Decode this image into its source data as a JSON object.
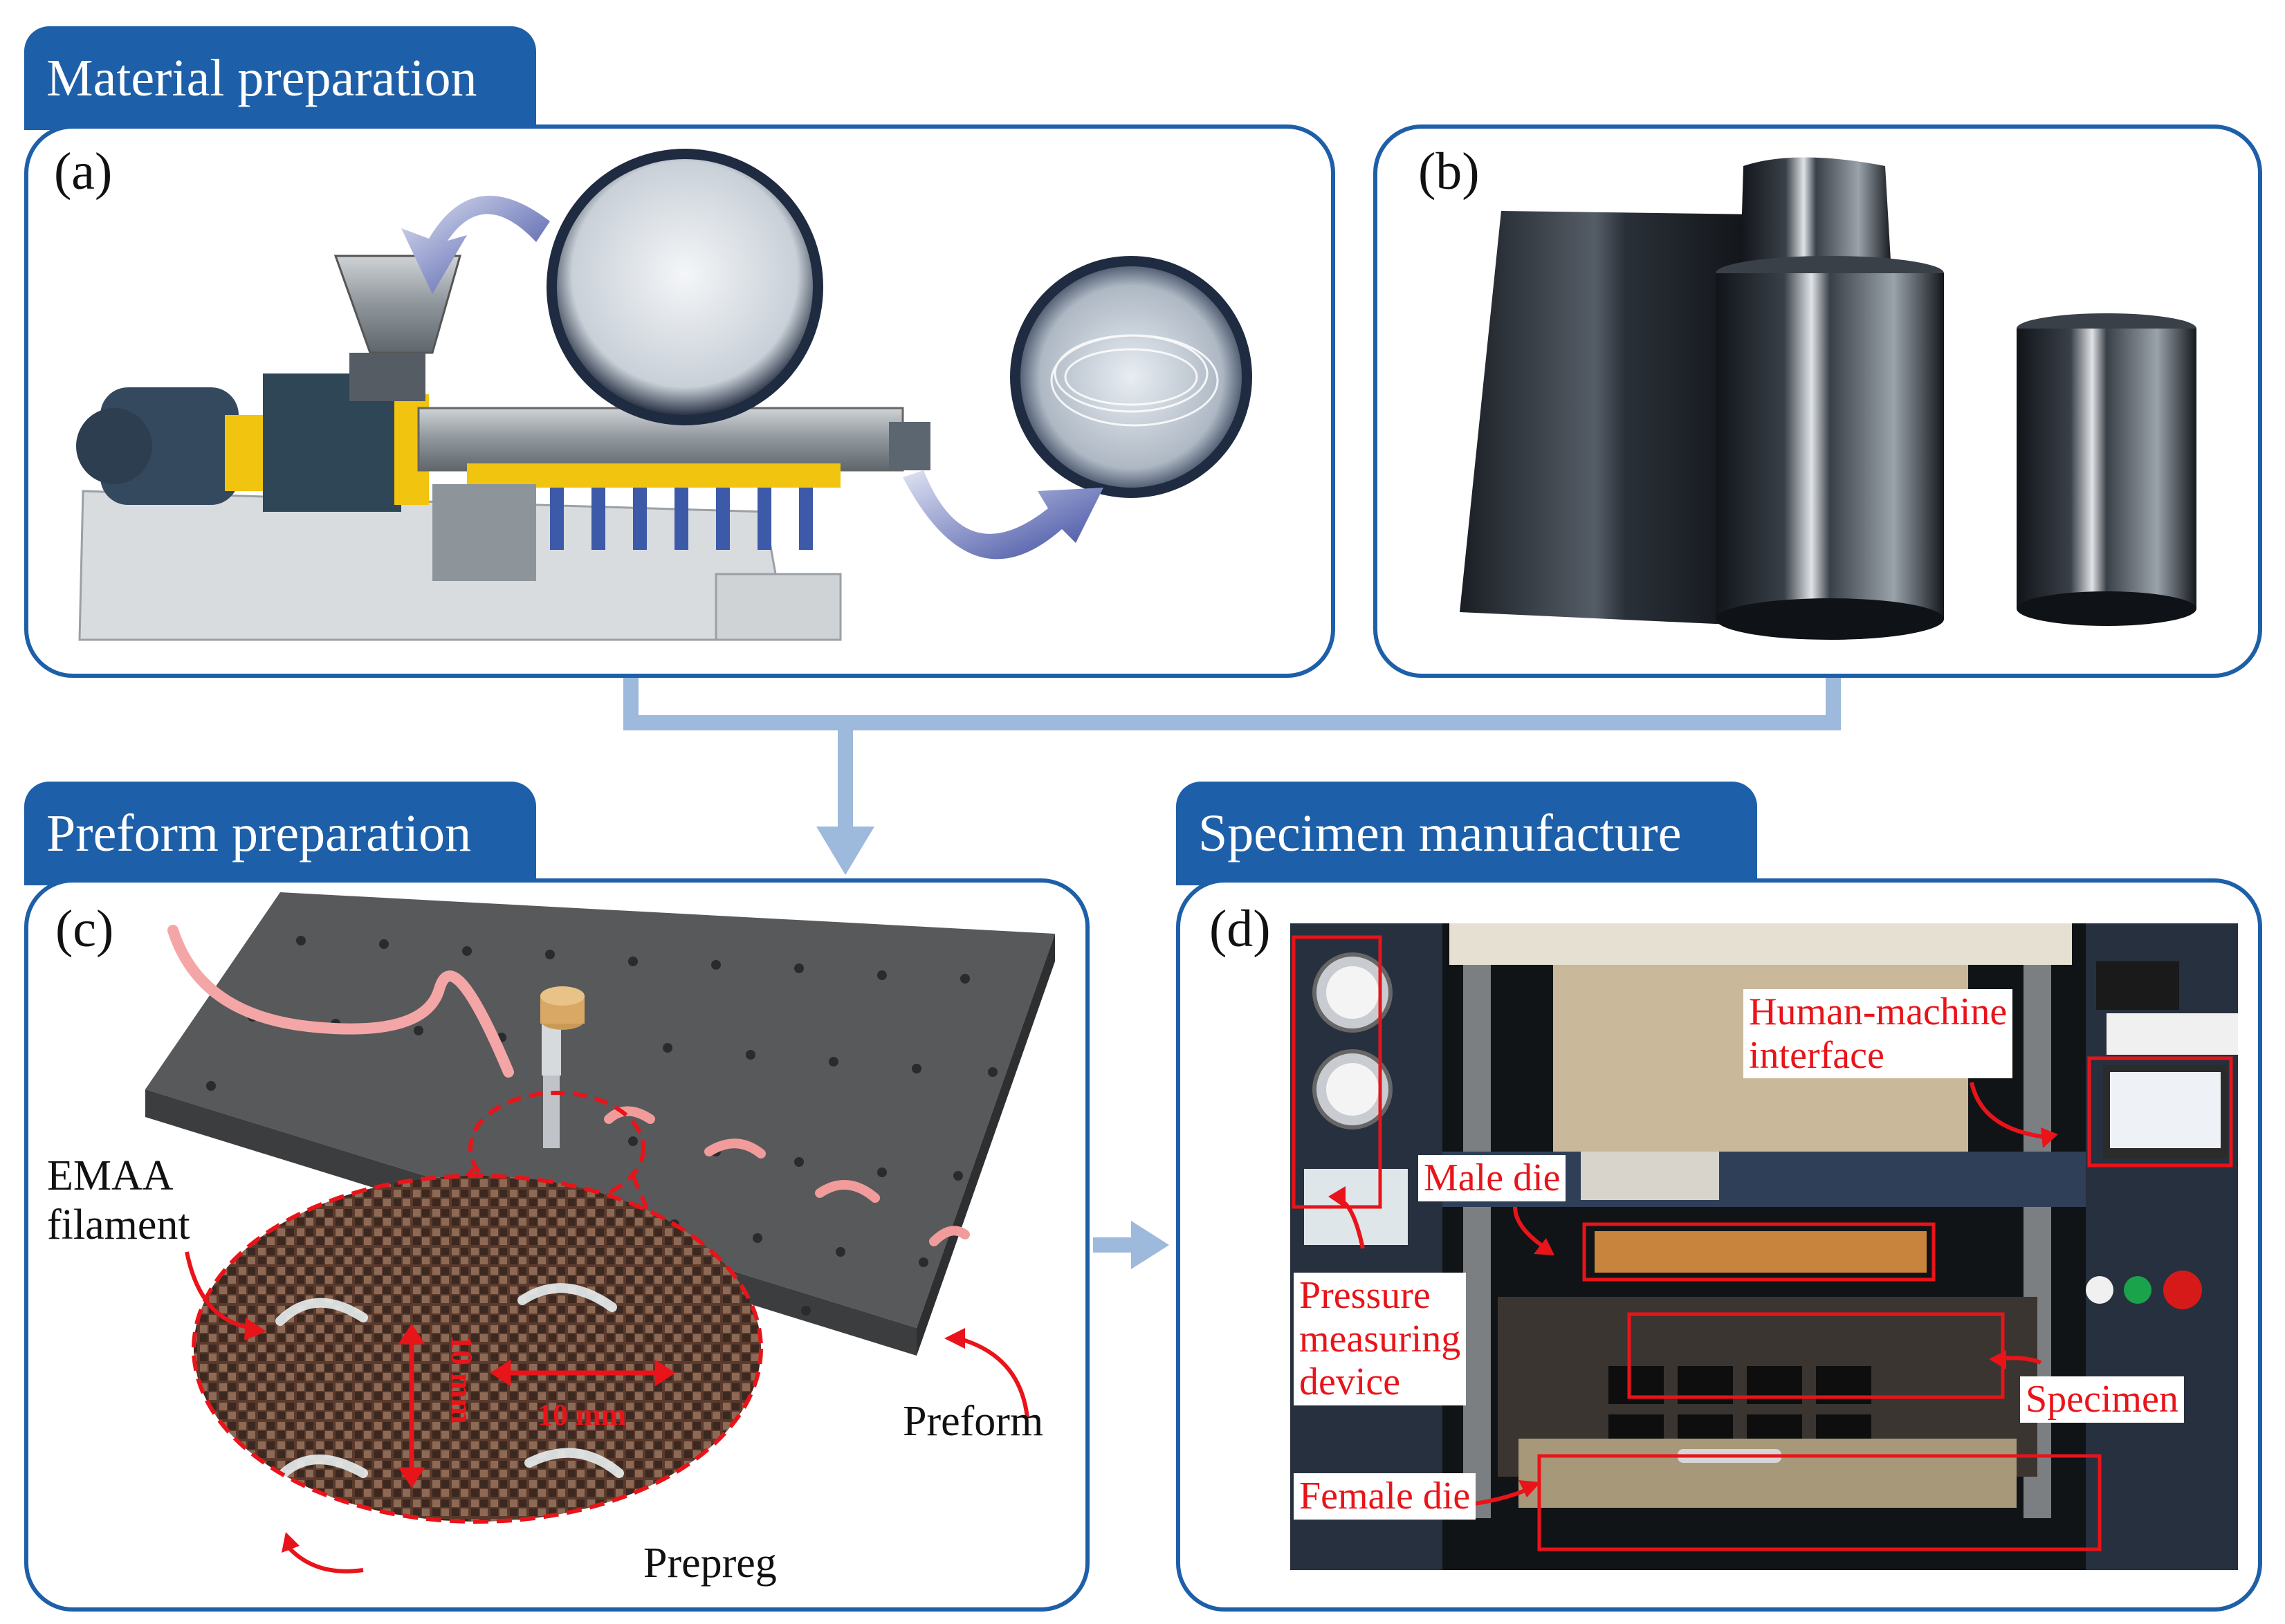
{
  "sections": {
    "material": "Material preparation",
    "preform": "Preform preparation",
    "specimen": "Specimen manufacture"
  },
  "panels": {
    "a": "(a)",
    "b": "(b)",
    "c": "(c)",
    "d": "(d)"
  },
  "labels_c": {
    "emaa": "EMAA\nfilament",
    "dim_h": "10 mm",
    "dim_v": "10 mm",
    "preform": "Preform",
    "prepreg": "Prepreg"
  },
  "labels_d": {
    "hmi": "Human-machine\ninterface",
    "male_die": "Male die",
    "pressure": "Pressure\nmeasuring\ndevice",
    "specimen": "Specimen",
    "female_die": "Female die"
  },
  "colors": {
    "frame": "#1d5fa8",
    "connector": "#9db9db",
    "annotation": "#e8141a"
  }
}
